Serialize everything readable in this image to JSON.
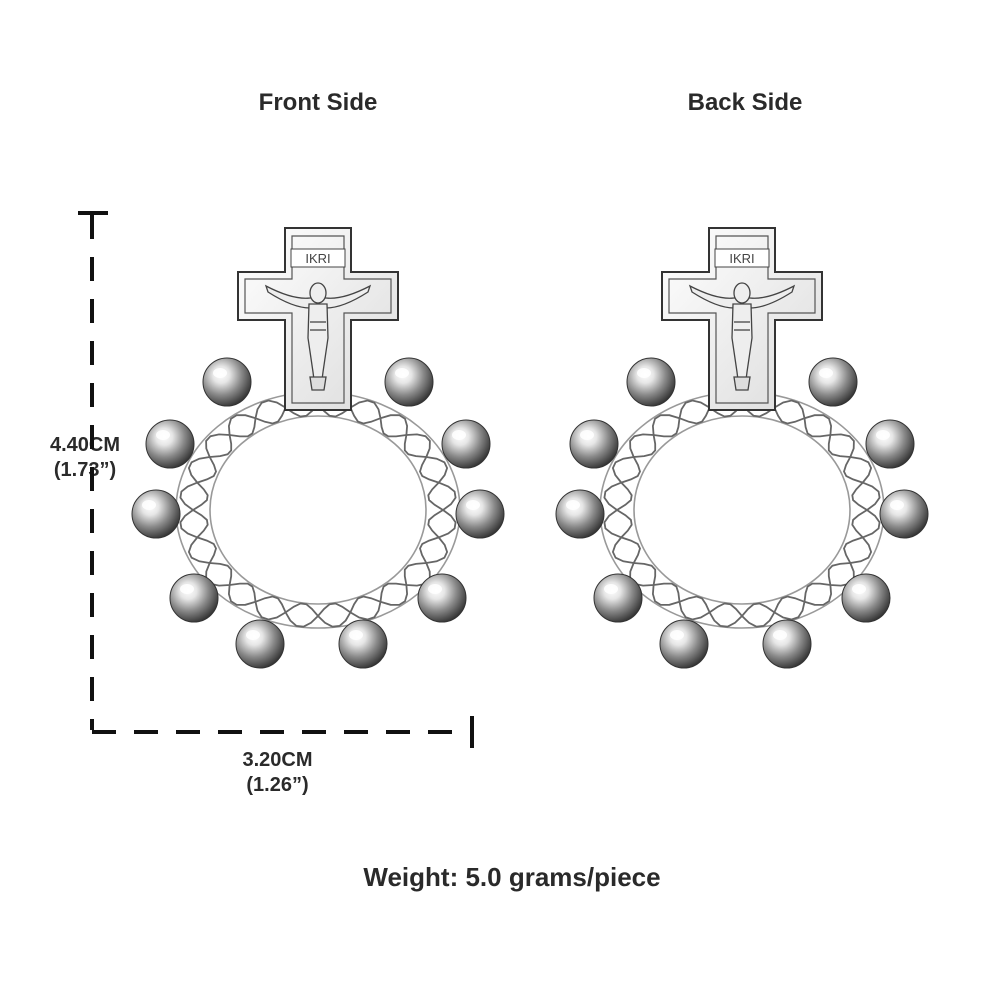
{
  "labels": {
    "front": "Front Side",
    "back": "Back Side"
  },
  "dimensions": {
    "height_cm": "4.40CM",
    "height_in": "(1.73”)",
    "width_cm": "3.20CM",
    "width_in": "(1.26”)"
  },
  "weight": "Weight: 5.0 grams/piece",
  "cross_inscription": "IKRI",
  "colors": {
    "metal_light": "#f4f4f4",
    "metal_dark": "#3a3a3a",
    "line": "#1a1a1a"
  }
}
